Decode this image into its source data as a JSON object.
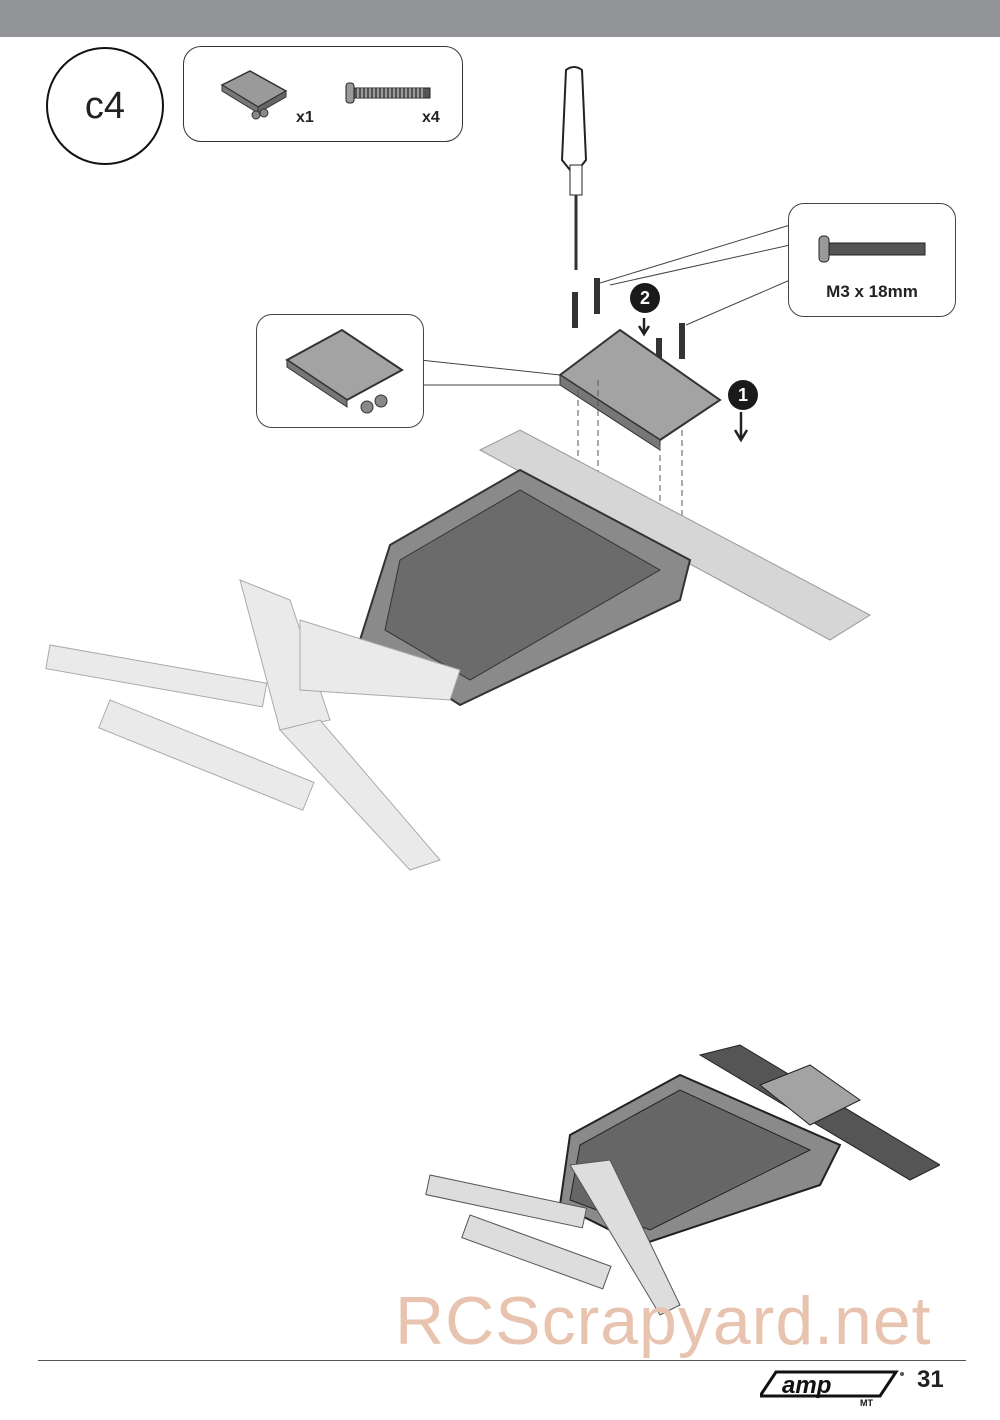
{
  "header": {
    "bar_color": "#939498"
  },
  "step": {
    "label": "c4"
  },
  "parts_box": {
    "items": [
      {
        "name": "receiver-plate",
        "qty": "x1"
      },
      {
        "name": "screw",
        "qty": "x4"
      }
    ]
  },
  "screw_callout": {
    "label": "M3 x 18mm"
  },
  "sequence": {
    "first": "1",
    "second": "2"
  },
  "footer": {
    "logo_text": "amp",
    "logo_sub": "MT",
    "page_number": "31"
  },
  "watermark": {
    "text": "RCScrapyard.net",
    "color": "#e8c4b0"
  }
}
